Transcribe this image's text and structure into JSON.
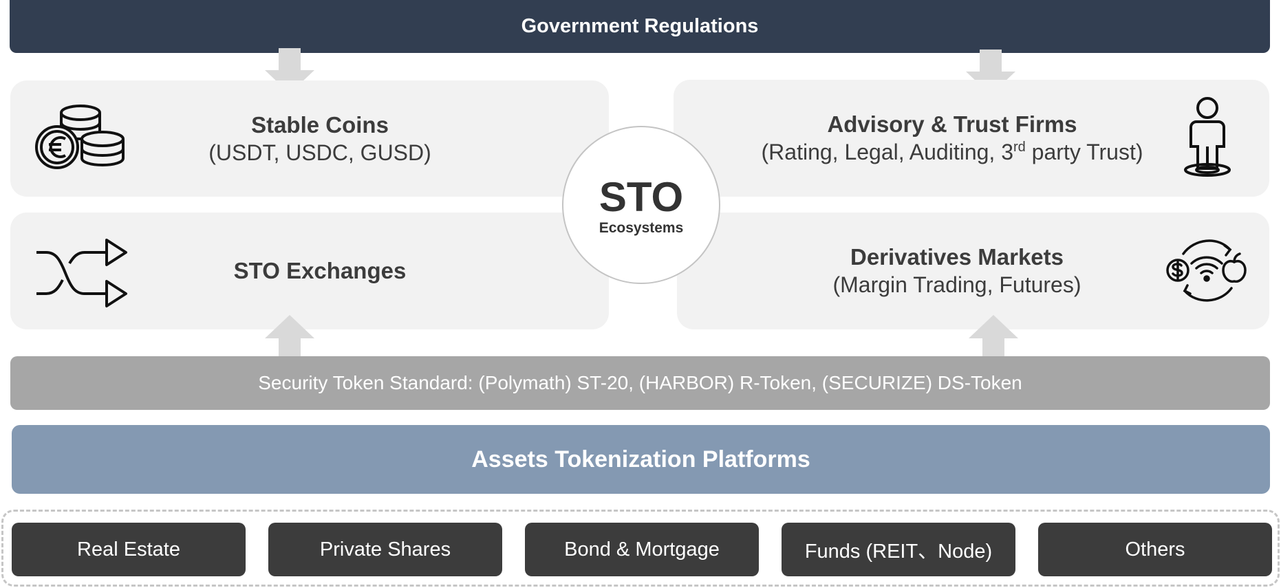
{
  "top_banner": {
    "label": "Government Regulations"
  },
  "cards": {
    "stable_coins": {
      "title": "Stable Coins",
      "subtitle": "(USDT, USDC, GUSD)",
      "icon": "coins-euro-icon"
    },
    "advisory": {
      "title": "Advisory & Trust Firms",
      "subtitle_before": "(Rating, Legal, Auditing, 3",
      "subtitle_sup": "rd",
      "subtitle_after": " party Trust)",
      "icon": "person-on-spot-icon"
    },
    "exchanges": {
      "title": "STO Exchanges",
      "icon": "shuffle-arrows-icon"
    },
    "derivatives": {
      "title": "Derivatives Markets",
      "subtitle": "(Margin Trading, Futures)",
      "icon": "exchange-cycle-icon"
    }
  },
  "center": {
    "title": "STO",
    "subtitle": "Ecosystems"
  },
  "standard_bar": {
    "label": "Security Token Standard: (Polymath) ST-20, (HARBOR) R-Token, (SECURIZE) DS-Token"
  },
  "platforms_bar": {
    "label": "Assets Tokenization Platforms"
  },
  "assets": [
    "Real Estate",
    "Private Shares",
    "Bond & Mortgage",
    "Funds (REIT、Node)",
    "Others"
  ],
  "colors": {
    "banner": "#323e51",
    "card": "#f2f2f2",
    "standard_bar": "#a6a6a6",
    "platforms_bar": "#8499b2",
    "asset_box": "#3c3c3c",
    "arrow": "#d9d9d9"
  }
}
